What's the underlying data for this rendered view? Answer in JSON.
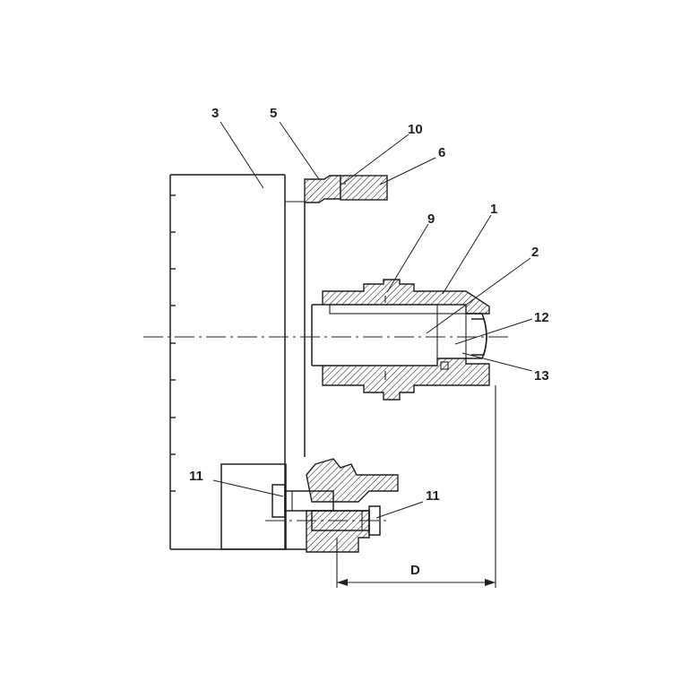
{
  "callouts": {
    "c1": "1",
    "c2": "2",
    "c3": "3",
    "c5": "5",
    "c6": "6",
    "c9": "9",
    "c10": "10",
    "c11a": "11",
    "c11b": "11",
    "c12": "12",
    "c13": "13"
  },
  "dimension": {
    "label": "D"
  },
  "colors": {
    "line": "#231f20",
    "background": "#ffffff"
  }
}
